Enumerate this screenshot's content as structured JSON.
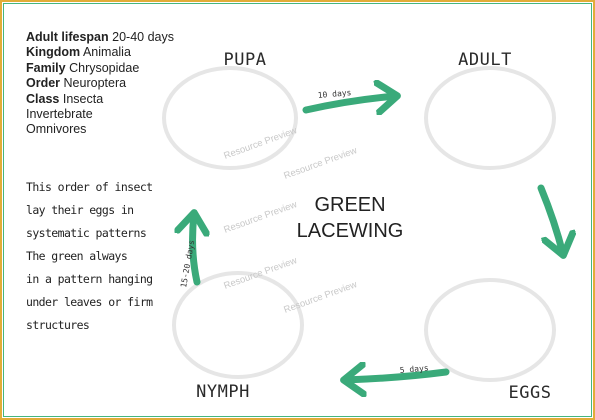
{
  "facts": [
    {
      "label": "Adult lifespan",
      "value": "20-40 days"
    },
    {
      "label": "Kingdom",
      "value": "Animalia"
    },
    {
      "label": "Family",
      "value": "Chrysopidae"
    },
    {
      "label": "Order",
      "value": "Neuroptera"
    },
    {
      "label": "Class",
      "value": "Insecta"
    },
    {
      "label": "",
      "value": "Invertebrate"
    },
    {
      "label": "",
      "value": "Omnivores"
    }
  ],
  "note_lines": [
    "This order of insect",
    "lay their eggs in",
    "systematic patterns",
    "The green always",
    "in a pattern hanging",
    "under leaves or firm",
    "structures"
  ],
  "title_lines": [
    "GREEN",
    "LACEWING"
  ],
  "stages": {
    "pupa": "PUPA",
    "adult": "ADULT",
    "eggs": "EGGS",
    "nymph": "NYMPH"
  },
  "durations": {
    "pupa_to_adult": "10 days",
    "eggs_to_nymph": "5 days",
    "nymph_to_pupa": "15-20 days"
  },
  "watermark": "Resource Preview",
  "colors": {
    "arrow": "#3aaa7a",
    "circle": "#e6e6e6",
    "frame_outer": "#e2ad38",
    "frame_inner": "#45b67f"
  }
}
